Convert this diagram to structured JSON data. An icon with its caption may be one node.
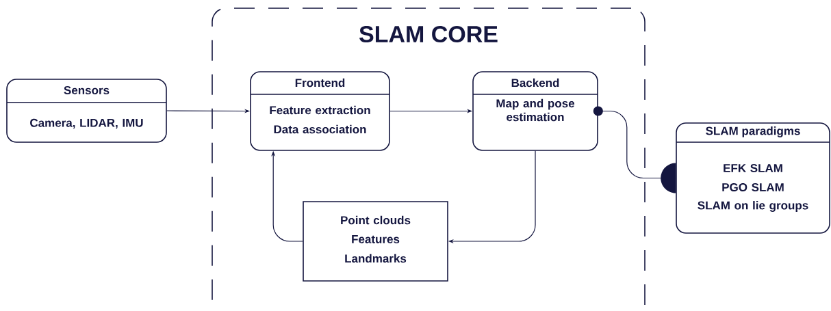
{
  "diagram": {
    "nodes": [
      {
        "text": [
          "SLAM CORE"
        ]
      },
      {
        "text": [
          "Sensors",
          "Camera, LIDAR, IMU"
        ]
      },
      {
        "text": [
          "Frontend",
          "Feature extraction",
          "Data association"
        ],
        "in": 0
      },
      {
        "text": [
          "Backend",
          "Map and pose estimation"
        ],
        "in": 0
      },
      {
        "text": [
          "Point clouds",
          "Features",
          "Landmarks"
        ],
        "in": 0
      },
      {
        "text": [
          "SLAM paradigms",
          "EFK SLAM",
          "PGO SLAM",
          "SLAM on lie groups"
        ]
      }
    ],
    "edges": [
      {
        "from": 1,
        "to": 2,
        "arrow": "to"
      },
      {
        "from": 2,
        "to": 3,
        "arrow": "to"
      },
      {
        "from": 3,
        "to": 4,
        "arrow": "to"
      },
      {
        "from": 4,
        "to": 2,
        "arrow": "to"
      },
      {
        "from": 3,
        "to": 5,
        "arrow": "other"
      }
    ]
  }
}
